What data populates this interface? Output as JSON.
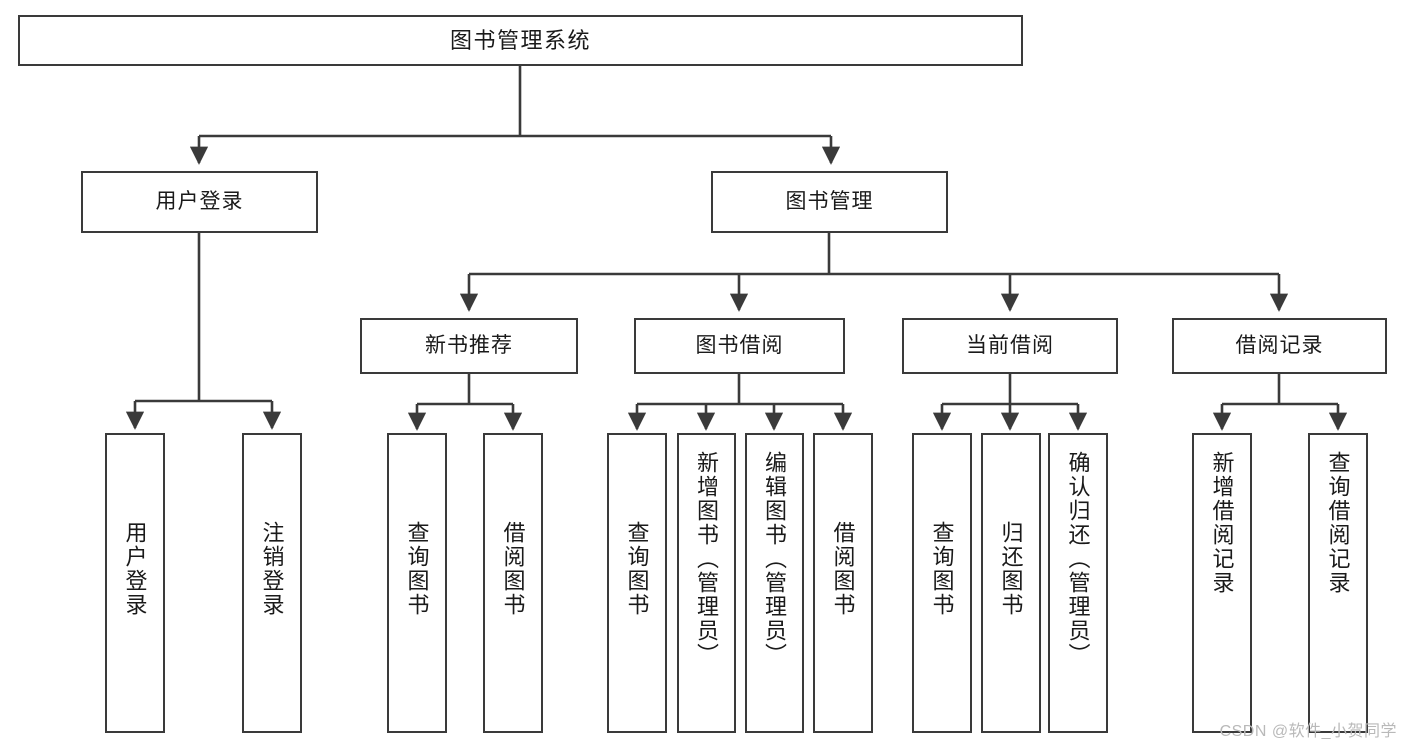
{
  "diagram": {
    "title": "图书管理系统",
    "type": "tree",
    "root": {
      "label": "图书管理系统"
    },
    "level1": [
      {
        "label": "用户登录"
      },
      {
        "label": "图书管理"
      }
    ],
    "level2": [
      {
        "label": "新书推荐"
      },
      {
        "label": "图书借阅"
      },
      {
        "label": "当前借阅"
      },
      {
        "label": "借阅记录"
      }
    ],
    "leaves": {
      "user_login": [
        {
          "label": "用户登录"
        },
        {
          "label": "注销登录"
        }
      ],
      "new_book_recommend": [
        {
          "label": "查询图书"
        },
        {
          "label": "借阅图书"
        }
      ],
      "book_borrow": [
        {
          "label": "查询图书"
        },
        {
          "label": "新增图书（管理员）"
        },
        {
          "label": "编辑图书（管理员）"
        },
        {
          "label": "借阅图书"
        }
      ],
      "current_borrow": [
        {
          "label": "查询图书"
        },
        {
          "label": "归还图书"
        },
        {
          "label": "确认归还（管理员）"
        }
      ],
      "borrow_record": [
        {
          "label": "新增借阅记录"
        },
        {
          "label": "查询借阅记录"
        }
      ]
    }
  },
  "watermark": {
    "text": "CSDN @软件_小贺同学"
  },
  "colors": {
    "border": "#3a3a3a",
    "background": "#ffffff",
    "text": "#1a1a1a",
    "watermark": "#b9b9b9"
  }
}
